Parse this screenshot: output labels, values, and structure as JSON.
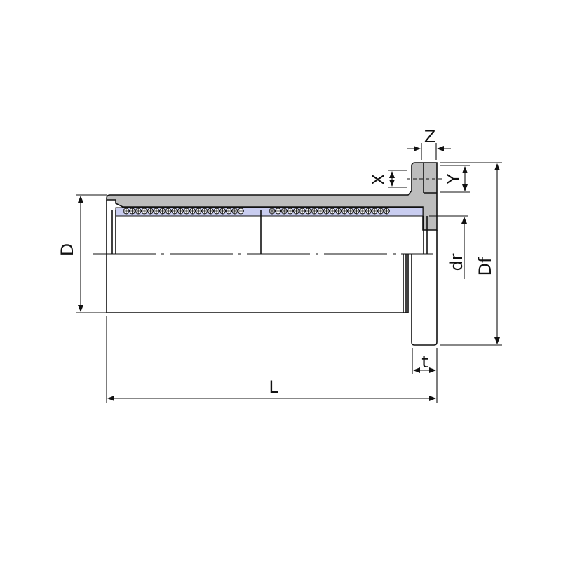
{
  "drawing": {
    "title": "Flanged linear bushing dimension drawing",
    "labels": {
      "D": "D",
      "L": "L",
      "t": "t",
      "dr": "dr",
      "Df": "Df",
      "X": "X",
      "Y": "Y",
      "Z": "Z"
    },
    "colors": {
      "shell": "#bdbdbd",
      "retainer": "#c9cdf0",
      "line": "#111111"
    }
  }
}
